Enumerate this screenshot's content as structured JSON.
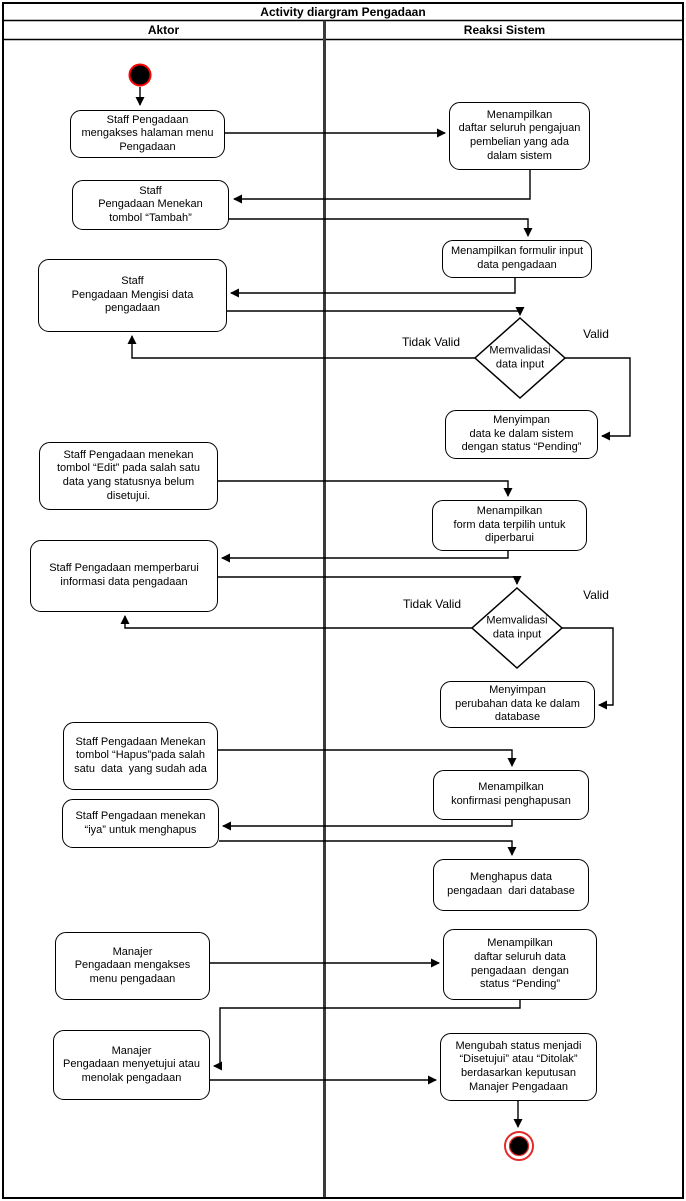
{
  "title": "Activity diargram Pengadaan",
  "lanes": {
    "left": "Aktor",
    "right": "Reaksi Sistem"
  },
  "nodes": {
    "a1": "Staff Pengadaan\nmengakses halaman menu\nPengadaan",
    "a2": "Staff\nPengadaan Menekan\ntombol “Tambah”",
    "a3": "Staff\nPengadaan Mengisi data\npengadaan",
    "a4": "Staff Pengadaan menekan\ntombol “Edit” pada salah satu\ndata yang statusnya belum\ndisetujui.",
    "a5": "Staff Pengadaan memperbarui\ninformasi data pengadaan",
    "a6": "Staff Pengadaan Menekan\ntombol “Hapus”pada salah\nsatu  data  yang sudah ada",
    "a7": "Staff Pengadaan menekan\n“iya” untuk menghapus",
    "a8": "Manajer\nPengadaan mengakses\nmenu pengadaan",
    "a9": "Manajer\nPengadaan menyetujui atau\nmenolak pengadaan",
    "r1": "Menampilkan\ndaftar seluruh pengajuan\npembelian yang ada\ndalam sistem",
    "r2": "Menampilkan formulir input\ndata pengadaan",
    "r3": "Menyimpan\ndata ke dalam sistem\ndengan status “Pending”",
    "r4": "Menampilkan\nform data terpilih untuk\ndiperbarui",
    "r5": "Menyimpan\nperubahan data ke dalam\ndatabase",
    "r6": "Menampilkan\nkonfirmasi penghapusan",
    "r7": "Menghapus data\npengadaan  dari database",
    "r8": "Menampilkan\ndaftar seluruh data\npengadaan  dengan\nstatus “Pending”",
    "r9": "Mengubah status menjadi\n“Disetujui” atau “Ditolak”\nberdasarkan keputusan\nManajer Pengadaan"
  },
  "decisions": {
    "d1": "Memvalidasi\ndata input",
    "d2": "Memvalidasi\ndata input"
  },
  "edge_labels": {
    "d1_no": "Tidak Valid",
    "d1_yes": "Valid",
    "d2_no": "Tidak Valid",
    "d2_yes": "Valid"
  },
  "colors": {
    "line": "#000000",
    "lane_divider": "#3b3b3b",
    "start_outline": "#ff0000",
    "end_ring": "#e32b2b",
    "node_fill": "#ffffff"
  }
}
